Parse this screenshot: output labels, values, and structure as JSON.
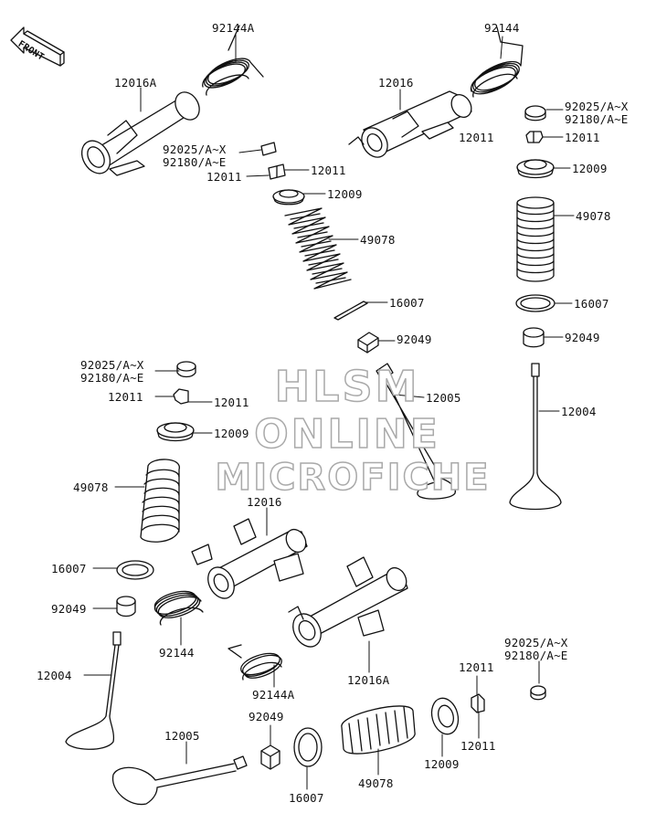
{
  "front_label": "FRONT",
  "watermark": [
    "HLSM",
    "ONLINE",
    "MICROFICHE"
  ],
  "parts": {
    "p92144A_top": "92144A",
    "p92144_top": "92144",
    "p12016A_top": "12016A",
    "p12016_top": "12016",
    "p92025_a": "92025/A~X",
    "p92180_a": "92180/A~E",
    "p12011_a1": "12011",
    "p12011_a2": "12011",
    "p12009_a": "12009",
    "p49078_a": "49078",
    "p16007_a": "16007",
    "p92049_a": "92049",
    "p12005_a": "12005",
    "p92025_b": "92025/A~X",
    "p92180_b": "92180/A~E",
    "p12011_b1": "12011",
    "p12011_b2": "12011",
    "p12009_b": "12009",
    "p49078_b": "49078",
    "p16007_b": "16007",
    "p92049_b": "92049",
    "p12004_b": "12004",
    "p92025_c": "92025/A~X",
    "p92180_c": "92180/A~E",
    "p12011_c1": "12011",
    "p12011_c2": "12011",
    "p12009_c": "12009",
    "p49078_c": "49078",
    "p12016_mid": "12016",
    "p16007_c": "16007",
    "p92049_c": "92049",
    "p92144_c": "92144",
    "p12004_c": "12004",
    "p92144A_c": "92144A",
    "p12016A_c": "12016A",
    "p92025_d": "92025/A~X",
    "p92180_d": "92180/A~E",
    "p12011_d1": "12011",
    "p12011_d2": "12011",
    "p12009_d": "12009",
    "p49078_d": "49078",
    "p16007_d": "16007",
    "p92049_d": "92049",
    "p12005_d": "12005"
  }
}
